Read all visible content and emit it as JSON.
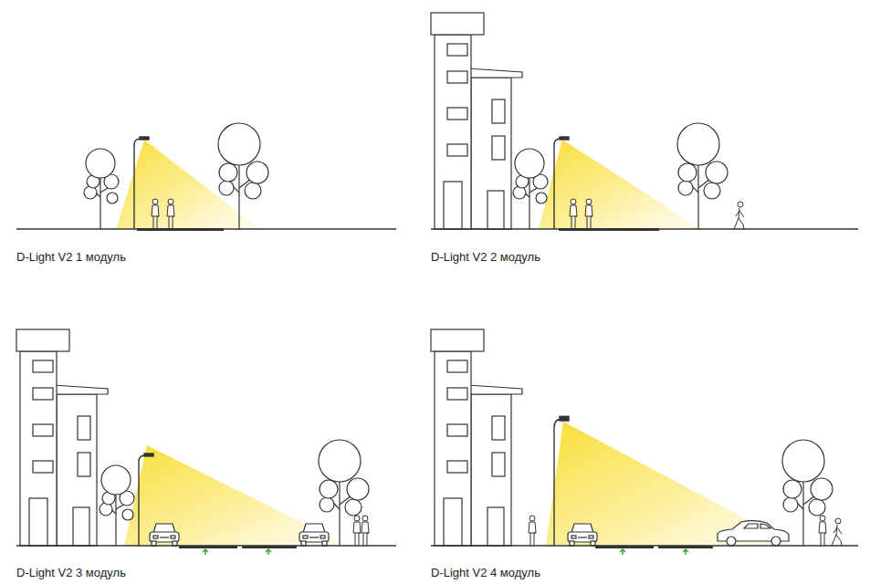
{
  "diagram": {
    "labels": [
      "D-Light V2 1 модуль",
      "D-Light V2 2 модуль",
      "D-Light V2 3 модуль",
      "D-Light V2 4 модуль"
    ]
  }
}
